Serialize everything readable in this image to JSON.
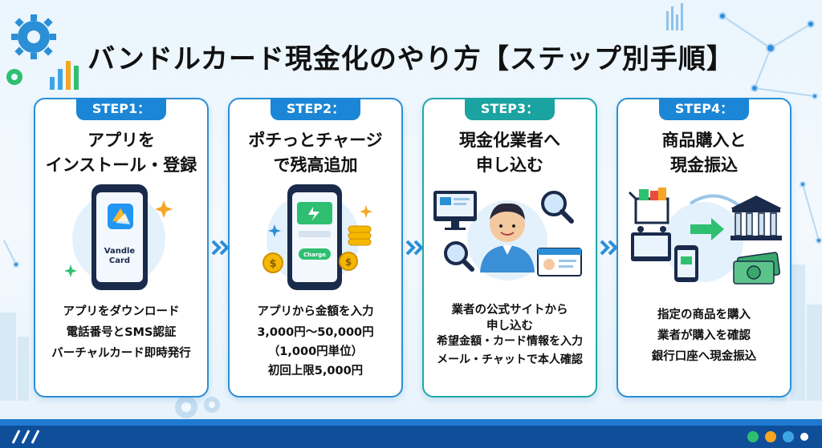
{
  "title": "バンドルカード現金化のやり方【ステップ別手順】",
  "steps": [
    {
      "step_label": "STEP1：",
      "heading": [
        "アプリを",
        "インストール・登録"
      ],
      "app_label": [
        "Vandle",
        "Card"
      ],
      "bullets": [
        "アプリをダウンロード",
        "電話番号とSMS認証",
        "バーチャルカード即時発行"
      ]
    },
    {
      "step_label": "STEP2：",
      "heading": [
        "ポチっとチャージ",
        "で残高追加"
      ],
      "charge_label": "Charge",
      "bullets": [
        "アプリから金額を入力",
        "3,000円〜50,000円",
        "（1,000円単位）",
        "初回上限5,000円"
      ]
    },
    {
      "step_label": "STEP3：",
      "heading": [
        "現金化業者へ",
        "申し込む"
      ],
      "bullets": [
        "業者の公式サイトから",
        "申し込む",
        "希望金額・カード情報を入力",
        "メール・チャットで本人確認"
      ]
    },
    {
      "step_label": "STEP4：",
      "heading": [
        "商品購入と",
        "現金振込"
      ],
      "bullets": [
        "指定の商品を購入",
        "業者が購入を確認",
        "銀行口座へ現金振込"
      ]
    }
  ],
  "colors": {
    "blue": "#1b86d6",
    "teal": "#1aa3a1",
    "dark_blue": "#0f4f9a"
  },
  "icons": [
    "gear-icon",
    "bar-chart-icon",
    "smartphone-icon",
    "coin-icon",
    "magnifier-icon",
    "monitor-icon",
    "person-icon",
    "id-card-icon",
    "shopping-cart-icon",
    "bank-icon",
    "cash-icon",
    "chevron-right-icon"
  ]
}
